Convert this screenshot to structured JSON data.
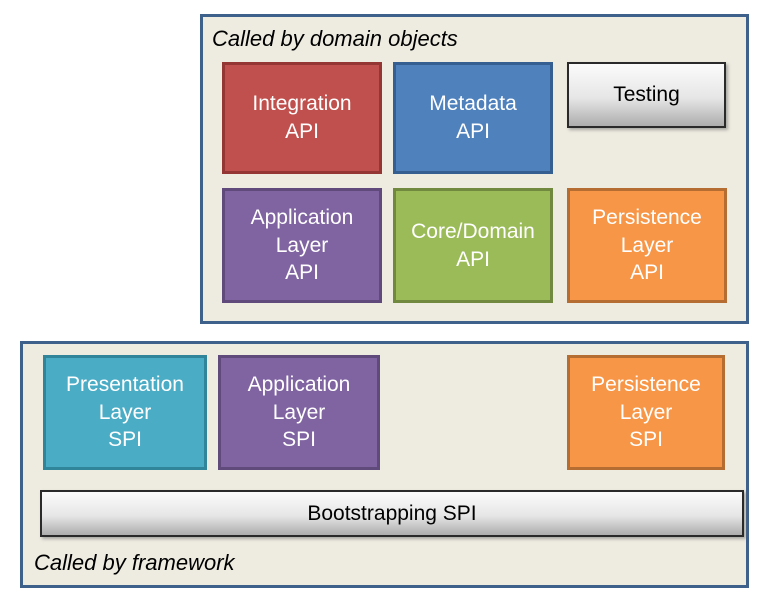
{
  "diagram": {
    "top_panel": {
      "label": "Called by domain objects",
      "boxes": [
        {
          "id": "integration-api",
          "label": "Integration\nAPI",
          "fill": "#C0504D",
          "border": "#943634"
        },
        {
          "id": "metadata-api",
          "label": "Metadata\nAPI",
          "fill": "#4F81BD",
          "border": "#365F91"
        },
        {
          "id": "testing",
          "label": "Testing",
          "fill": "gray-gradient",
          "border": "#2A2A2A"
        },
        {
          "id": "application-layer-api",
          "label": "Application\nLayer\nAPI",
          "fill": "#8064A2",
          "border": "#604A7B"
        },
        {
          "id": "core-domain-api",
          "label": "Core/Domain\nAPI",
          "fill": "#9BBB59",
          "border": "#71893F"
        },
        {
          "id": "persistence-layer-api",
          "label": "Persistence\nLayer\nAPI",
          "fill": "#F79646",
          "border": "#B66D31"
        }
      ]
    },
    "bottom_panel": {
      "label": "Called by framework",
      "boxes": [
        {
          "id": "presentation-layer-spi",
          "label": "Presentation\nLayer\nSPI",
          "fill": "#4BACC6",
          "border": "#31859B"
        },
        {
          "id": "application-layer-spi",
          "label": "Application\nLayer\nSPI",
          "fill": "#8064A2",
          "border": "#604A7B"
        },
        {
          "id": "persistence-layer-spi",
          "label": "Persistence\nLayer\nSPI",
          "fill": "#F79646",
          "border": "#B66D31"
        },
        {
          "id": "bootstrapping-spi",
          "label": "Bootstrapping SPI",
          "fill": "gray-gradient",
          "border": "#2A2A2A"
        }
      ]
    },
    "palette": {
      "panel_background": "#EEECE1",
      "panel_border": "#3E618C",
      "box_text": "#FFFFFF",
      "gray_box_text": "#000000",
      "label_text": "#000000",
      "page_background": "#FFFFFF"
    }
  }
}
